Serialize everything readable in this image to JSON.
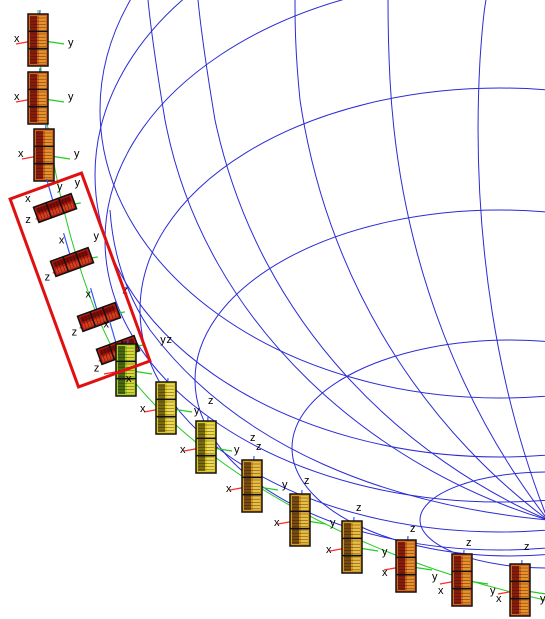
{
  "scene": {
    "colors": {
      "background": "#ffffff",
      "earth_grid": "#2b2bd6",
      "x_axis": "#ff2a2a",
      "y_axis": "#22cc22",
      "z_axis": "#3355ff",
      "highlight_box": "#e01010",
      "satellite_outline": "#111111",
      "satellite_panels": [
        "#b01a10",
        "#c43a10",
        "#d86a10",
        "#e09a10",
        "#e8c21a",
        "#a8d020"
      ]
    },
    "axis_labels": {
      "x": "x",
      "y": "y",
      "z": "z"
    },
    "earth": {
      "type": "wireframe-globe",
      "grid": true
    },
    "satellites": [
      {
        "id": 1,
        "attitude": "upright",
        "panel": "orange",
        "labels": [
          "x",
          "y"
        ]
      },
      {
        "id": 2,
        "attitude": "upright",
        "panel": "orange",
        "labels": [
          "x",
          "y"
        ]
      },
      {
        "id": 3,
        "attitude": "upright",
        "panel": "orange",
        "labels": [
          "x",
          "y"
        ]
      },
      {
        "id": 4,
        "attitude": "tilted",
        "panel": "red",
        "labels": [
          "z",
          "x",
          "y",
          "y"
        ],
        "highlighted": true
      },
      {
        "id": 5,
        "attitude": "tilted",
        "panel": "red",
        "labels": [
          "z",
          "x",
          "y"
        ],
        "highlighted": true
      },
      {
        "id": 6,
        "attitude": "tilted",
        "panel": "red",
        "labels": [
          "z",
          "x",
          "z"
        ],
        "highlighted": true
      },
      {
        "id": 7,
        "attitude": "tilted",
        "panel": "red",
        "labels": [
          "z",
          "x",
          "y",
          "z"
        ],
        "highlighted": true
      },
      {
        "id": 8,
        "attitude": "upright",
        "panel": "yellow-green",
        "labels": [
          "x",
          "y",
          "z"
        ]
      },
      {
        "id": 9,
        "attitude": "upright",
        "panel": "yellow",
        "labels": [
          "x",
          "y",
          "z"
        ]
      },
      {
        "id": 10,
        "attitude": "upright",
        "panel": "yellow",
        "labels": [
          "x",
          "y",
          "z"
        ]
      },
      {
        "id": 11,
        "attitude": "upright",
        "panel": "amber",
        "labels": [
          "x",
          "y",
          "z"
        ]
      },
      {
        "id": 12,
        "attitude": "upright",
        "panel": "amber",
        "labels": [
          "x",
          "y",
          "z"
        ]
      },
      {
        "id": 13,
        "attitude": "upright",
        "panel": "amber",
        "labels": [
          "x",
          "y",
          "z"
        ]
      },
      {
        "id": 14,
        "attitude": "upright",
        "panel": "orange",
        "labels": [
          "x",
          "y",
          "z"
        ]
      },
      {
        "id": 15,
        "attitude": "upright",
        "panel": "orange",
        "labels": [
          "x",
          "y",
          "z"
        ]
      },
      {
        "id": 16,
        "attitude": "upright",
        "panel": "orange",
        "labels": [
          "x",
          "y",
          "z"
        ]
      }
    ]
  }
}
